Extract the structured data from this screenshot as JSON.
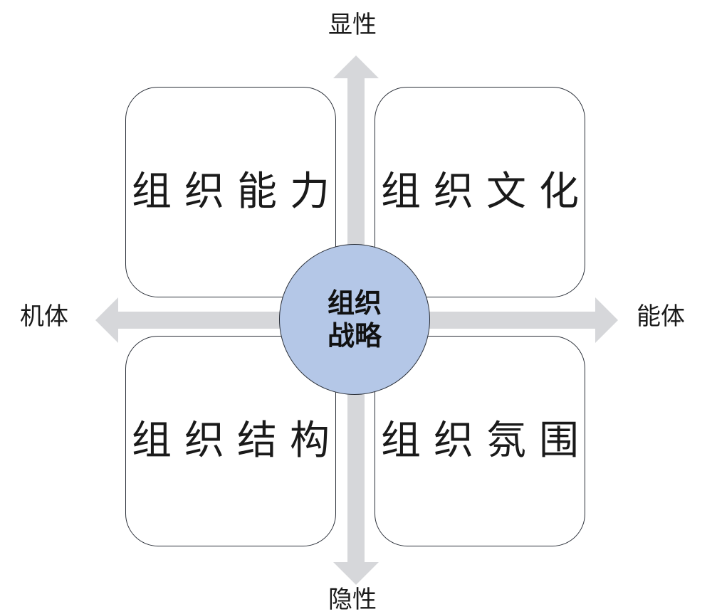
{
  "axes": {
    "top_label": "显性",
    "bottom_label": "隐性",
    "left_label": "机体",
    "right_label": "能体",
    "arrow_color": "#d6d7da"
  },
  "center": {
    "line1": "组织",
    "line2": "战略",
    "fill_color": "#b4c7e7"
  },
  "quadrants": {
    "top_left": "组织能力",
    "top_right": "组织文化",
    "bottom_left": "组织结构",
    "bottom_right": "组织氛围"
  }
}
